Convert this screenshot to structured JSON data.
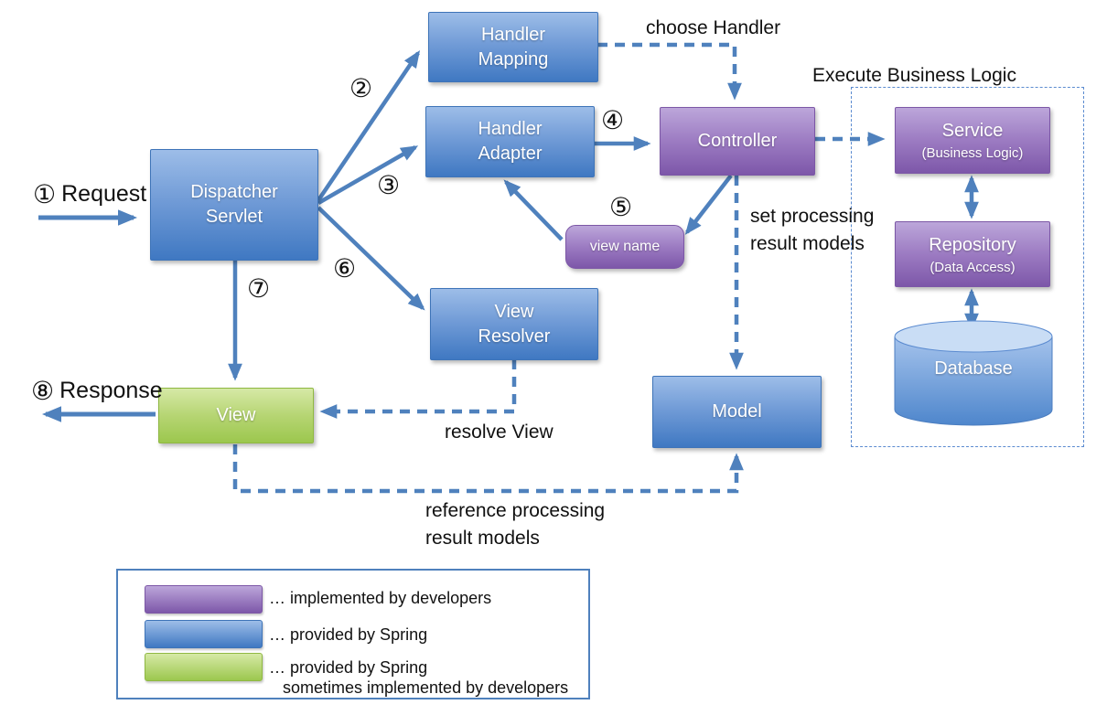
{
  "colors": {
    "arrow": "#4F81BD",
    "blue_box_top": "#9DBDE8",
    "blue_box_bottom": "#3F78C2",
    "purple_box_top": "#BCA6DA",
    "purple_box_bottom": "#7D57A9",
    "green_box_top": "#D6E9A6",
    "green_box_bottom": "#9CC74E",
    "database_top": "#C9DDF5",
    "legend_border": "#4F81BD"
  },
  "nodes": {
    "dispatcher_servlet": {
      "label": "Dispatcher\nServlet"
    },
    "handler_mapping": {
      "label": "Handler\nMapping"
    },
    "handler_adapter": {
      "label": "Handler\nAdapter"
    },
    "controller": {
      "label": "Controller"
    },
    "view_name": {
      "label": "view name"
    },
    "view_resolver": {
      "label": "View\nResolver"
    },
    "view": {
      "label": "View"
    },
    "model": {
      "label": "Model"
    },
    "service": {
      "label": "Service",
      "sublabel": "(Business Logic)"
    },
    "repository": {
      "label": "Repository",
      "sublabel": "(Data Access)"
    },
    "database": {
      "label": "Database"
    }
  },
  "steps": {
    "s1": "①",
    "s2": "②",
    "s3": "③",
    "s4": "④",
    "s5": "⑤",
    "s6": "⑥",
    "s7": "⑦",
    "s8": "⑧"
  },
  "labels": {
    "request": "Request",
    "response": "Response",
    "choose_handler": "choose Handler",
    "execute_business_logic": "Execute Business Logic",
    "set_processing": "set processing\nresult models",
    "resolve_view": "resolve View",
    "reference_processing": "reference processing\nresult models"
  },
  "legend": {
    "items": [
      {
        "color": "purple",
        "text": "… implemented by developers"
      },
      {
        "color": "blue",
        "text": "… provided by Spring"
      },
      {
        "color": "green",
        "text": "… provided by Spring",
        "text2": "sometimes implemented by developers"
      }
    ]
  }
}
